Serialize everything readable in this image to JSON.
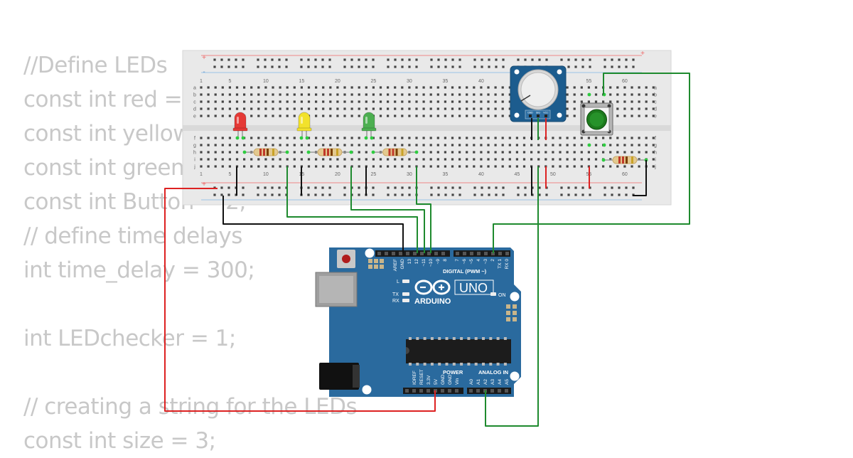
{
  "code_lines": [
    "//Define LEDs",
    "const int red = ",
    "const int yellow",
    "const int green",
    "const int Button = 2;",
    "// define time delays",
    "int time_delay = 300;",
    "",
    "int LEDchecker = 1;",
    "",
    "// creating a string for the LEDs",
    "const int size = 3;"
  ],
  "breadboard": {
    "column_numbers": [
      "1",
      "5",
      "10",
      "15",
      "20",
      "25",
      "30",
      "35",
      "40",
      "45",
      "50",
      "55",
      "60"
    ],
    "row_letters_top": [
      "a",
      "b",
      "c",
      "d",
      "e"
    ],
    "row_letters_bottom": [
      "f",
      "g",
      "h",
      "i",
      "j"
    ],
    "plus_sign": "+",
    "minus_sign": "-"
  },
  "leds": [
    {
      "color": "red",
      "hex": "#e53935"
    },
    {
      "color": "yellow",
      "hex": "#f2e22b"
    },
    {
      "color": "green",
      "hex": "#4caf50"
    }
  ],
  "potentiometer": {
    "pins": [
      "GND",
      "SIG",
      "VCC"
    ]
  },
  "arduino": {
    "board_label": "UNO",
    "brand_label": "ARDUINO",
    "digital_label": "DIGITAL (PWM ~)",
    "power_label": "POWER",
    "analog_label": "ANALOG IN",
    "on_label": "ON",
    "l_label": "L",
    "tx_label": "TX",
    "rx_label": "RX",
    "aref_label": "AREF",
    "gnd_label": "GND",
    "digital_pins": [
      "13",
      "12",
      "~11",
      "~10",
      "~9",
      "8",
      "7",
      "~6",
      "~5",
      "4",
      "~3",
      "2",
      "TX 1",
      "RX 0"
    ],
    "power_pins": [
      "IOREF",
      "RESET",
      "3.3V",
      "5V",
      "GND",
      "GND",
      "Vin"
    ],
    "analog_pins": [
      "A0",
      "A1",
      "A2",
      "A3",
      "A4",
      "A5"
    ],
    "board_color": "#2a6a9e"
  },
  "wire_colors": {
    "green": "#1e8a2e",
    "black": "#111111",
    "red": "#dd2222"
  }
}
